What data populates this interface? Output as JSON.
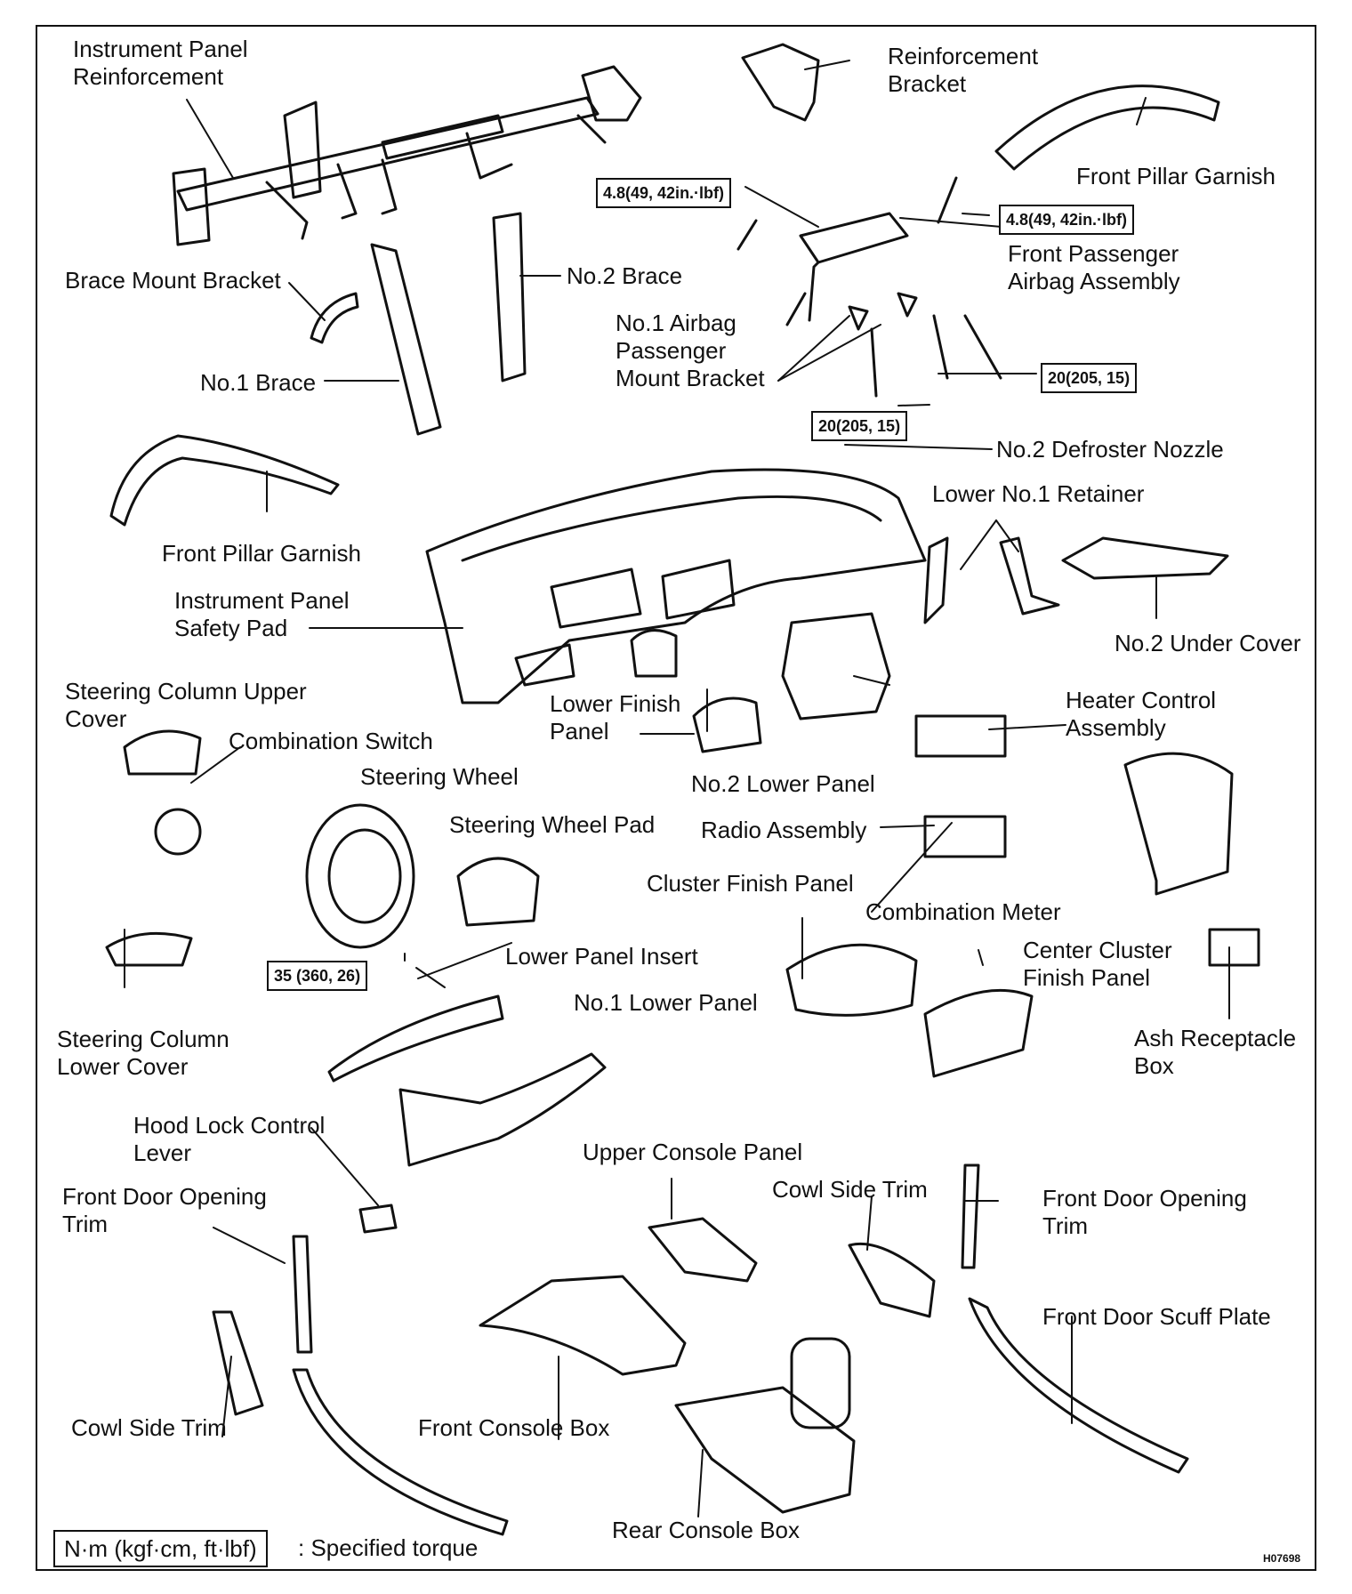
{
  "labels": {
    "instrument_panel_reinforcement": "Instrument Panel\nReinforcement",
    "reinforcement_bracket": "Reinforcement\nBracket",
    "front_pillar_garnish_upper": "Front Pillar Garnish",
    "front_passenger_airbag_assembly": "Front Passenger\nAirbag Assembly",
    "brace_mount_bracket": "Brace Mount Bracket",
    "no2_brace": "No.2 Brace",
    "no1_airbag_passenger_mount_bracket": "No.1 Airbag\nPassenger\nMount Bracket",
    "no1_brace": "No.1 Brace",
    "no2_defroster_nozzle": "No.2 Defroster Nozzle",
    "lower_no1_retainer": "Lower No.1 Retainer",
    "front_pillar_garnish_left": "Front Pillar Garnish",
    "instrument_panel_safety_pad": "Instrument Panel\nSafety Pad",
    "no2_under_cover": "No.2 Under Cover",
    "steering_column_upper_cover": "Steering Column Upper\nCover",
    "lower_finish_panel": "Lower Finish\nPanel",
    "heater_control_assembly": "Heater Control\nAssembly",
    "combination_switch": "Combination Switch",
    "no2_lower_panel": "No.2 Lower Panel",
    "steering_wheel": "Steering Wheel",
    "steering_wheel_pad": "Steering Wheel Pad",
    "radio_assembly": "Radio Assembly",
    "cluster_finish_panel": "Cluster Finish Panel",
    "combination_meter": "Combination Meter",
    "lower_panel_insert": "Lower Panel Insert",
    "center_cluster_finish_panel": "Center Cluster\nFinish Panel",
    "no1_lower_panel": "No.1 Lower Panel",
    "steering_column_lower_cover": "Steering Column\nLower Cover",
    "ash_receptacle_box": "Ash Receptacle\nBox",
    "hood_lock_control_lever": "Hood Lock Control\nLever",
    "upper_console_panel": "Upper Console Panel",
    "cowl_side_trim_right": "Cowl Side Trim",
    "front_door_opening_trim_left": "Front Door Opening\nTrim",
    "front_door_opening_trim_right": "Front Door Opening\nTrim",
    "front_door_scuff_plate": "Front Door Scuff Plate",
    "cowl_side_trim_left": "Cowl Side Trim",
    "front_console_box": "Front Console Box",
    "rear_console_box": "Rear Console Box"
  },
  "torques": {
    "airbag_nut_left": "4.8(49, 42in.·lbf)",
    "airbag_nut_right": "4.8(49, 42in.·lbf)",
    "mount_bracket_side": "20(205, 15)",
    "mount_bracket_bottom": "20(205, 15)",
    "steering_wheel_nut": "35 (360, 26)"
  },
  "legend": {
    "unit_box": "N·m (kgf·cm, ft·lbf)",
    "description": ": Specified torque"
  },
  "figure_code": "H07698"
}
